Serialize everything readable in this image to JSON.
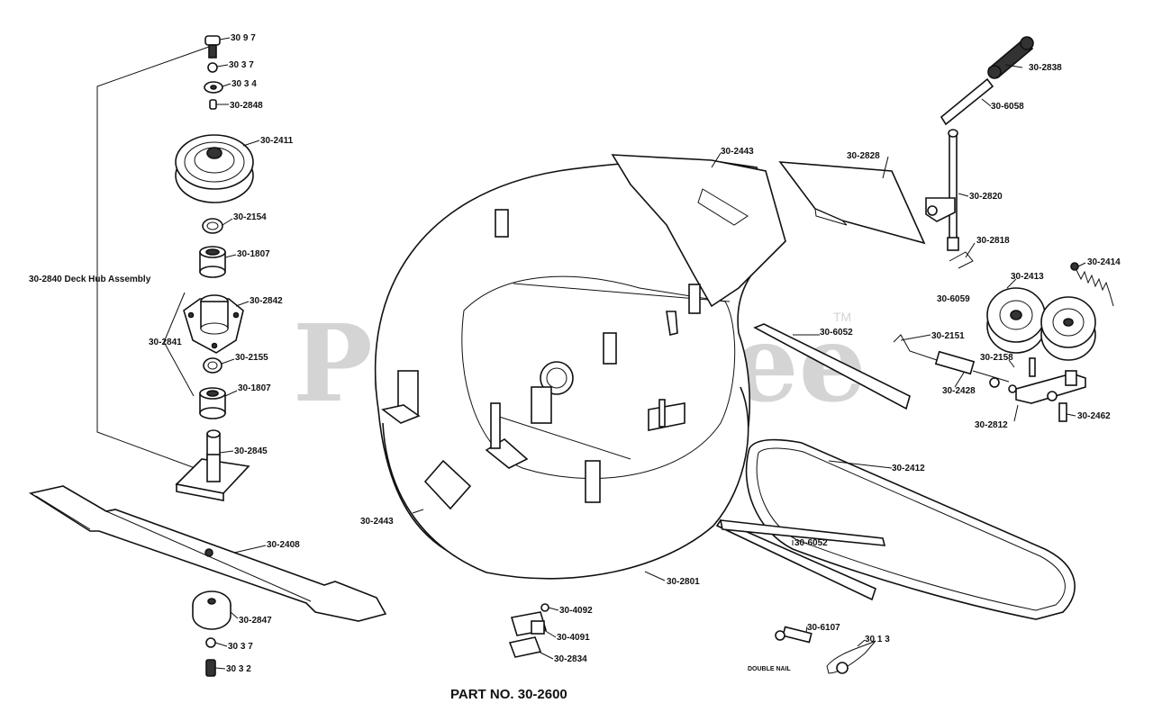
{
  "watermark": {
    "text": "PartsTree",
    "trademark": "TM"
  },
  "title": "PART NO. 30-2600",
  "callouts": {
    "bolt_top": "30 9 7",
    "nut_top": "30 3 7",
    "washer_top": "30 3 4",
    "key_top": "30-2848",
    "pulley_deck": "30-2411",
    "ring_upper": "30-2154",
    "bearing_upper": "30-1807",
    "hub_assembly": "30-2840 Deck Hub Assembly",
    "housing": "30-2842",
    "housing_left": "30-2841",
    "ring_lower": "30-2155",
    "bearing_lower": "30-1807",
    "spindle": "30-2845",
    "blade": "30-2408",
    "adapter": "30-2847",
    "washer_bottom": "30 3 7",
    "bolt_bottom": "30 3 2",
    "deck_chute": "30-2443",
    "deck_shield": "30-2443",
    "deck": "30-2801",
    "deflector": "30-2828",
    "handle_grip": "30-2838",
    "handle_bar": "30-6058",
    "lift_rod": "30-2820",
    "lift_clip": "30-2818",
    "spring": "30-2414",
    "idler_pulley": "30-2413",
    "idler_label_left": "30-6059",
    "brace_upper": "30-6052",
    "rod_link": "30-2151",
    "spring_small": "30-2158",
    "turnbuckle": "30-2428",
    "idler_arm": "30-2812",
    "pin_right": "30-2462",
    "belt": "30-2412",
    "brace_lower": "30-6052",
    "bracket_top": "30-4092",
    "bracket_mid": "30-4091",
    "bracket_bottom": "30-2834",
    "clevis": "30-6107",
    "hairpin": "30 1 3",
    "hairpin_note": "DOUBLE NAIL"
  }
}
